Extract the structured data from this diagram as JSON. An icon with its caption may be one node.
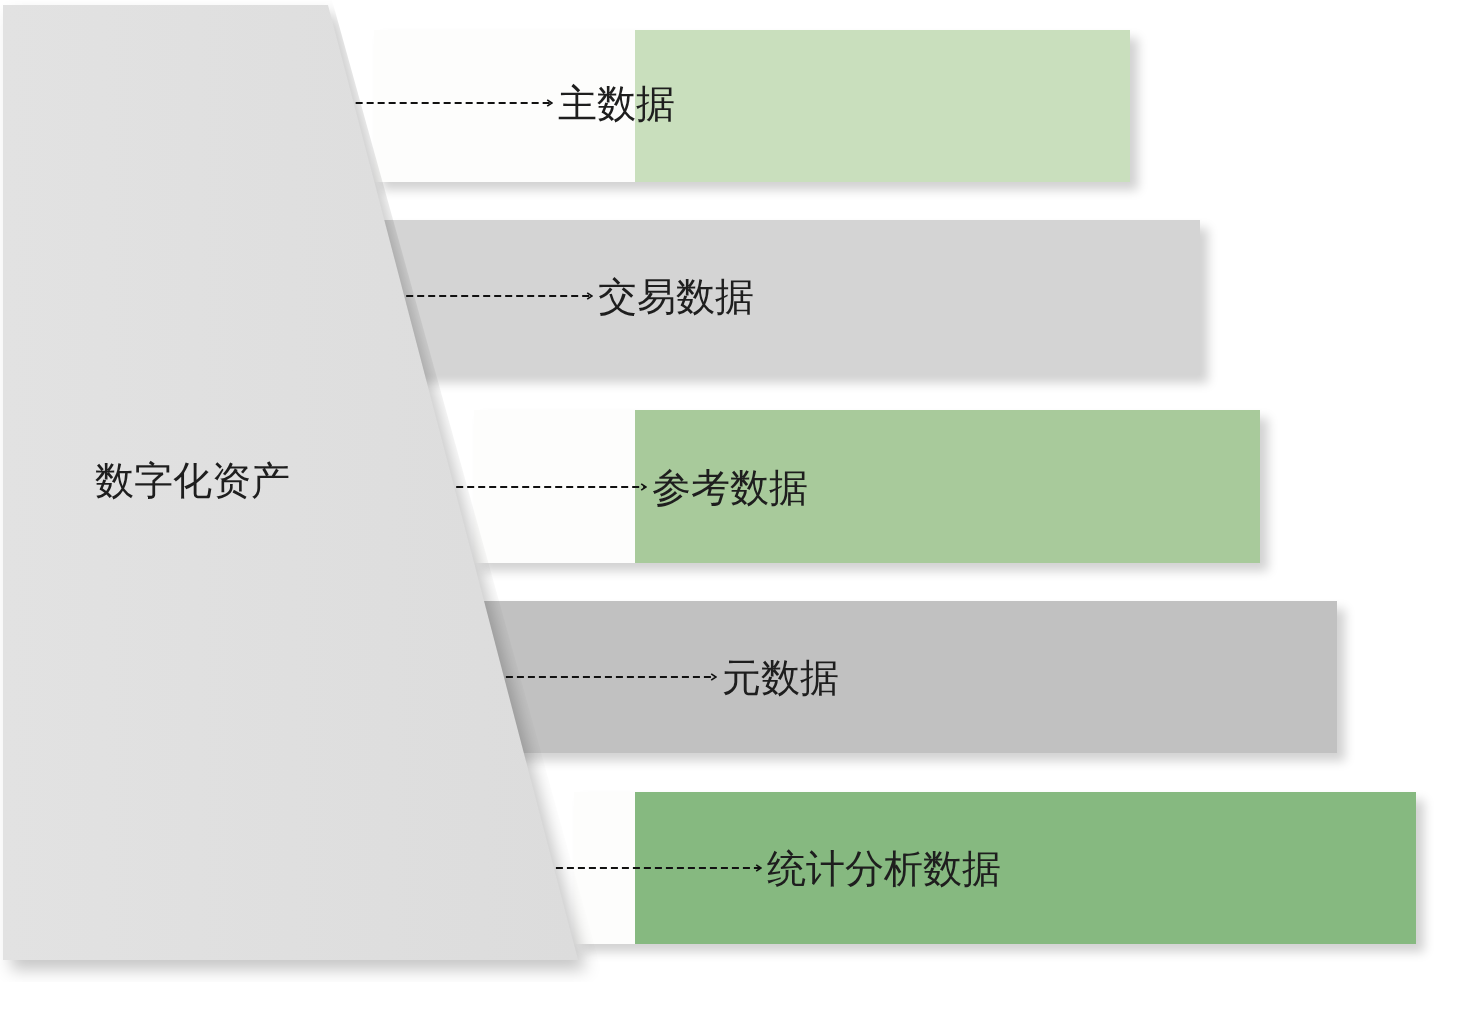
{
  "diagram": {
    "nodes": [
      {
        "text": [
          "数字化资产"
        ]
      },
      {
        "text": [
          "主数据"
        ]
      },
      {
        "text": [
          "交易数据"
        ]
      },
      {
        "text": [
          "参考数据"
        ]
      },
      {
        "text": [
          "元数据"
        ]
      },
      {
        "text": [
          "统计分析数据"
        ]
      }
    ],
    "edges": [
      {
        "from": 0,
        "to": 1,
        "arrow": "to",
        "style": "dashed"
      },
      {
        "from": 0,
        "to": 2,
        "arrow": "to",
        "style": "dashed"
      },
      {
        "from": 0,
        "to": 3,
        "arrow": "to",
        "style": "dashed"
      },
      {
        "from": 0,
        "to": 4,
        "arrow": "to",
        "style": "dashed"
      },
      {
        "from": 0,
        "to": 5,
        "arrow": "to",
        "style": "dashed"
      }
    ]
  }
}
